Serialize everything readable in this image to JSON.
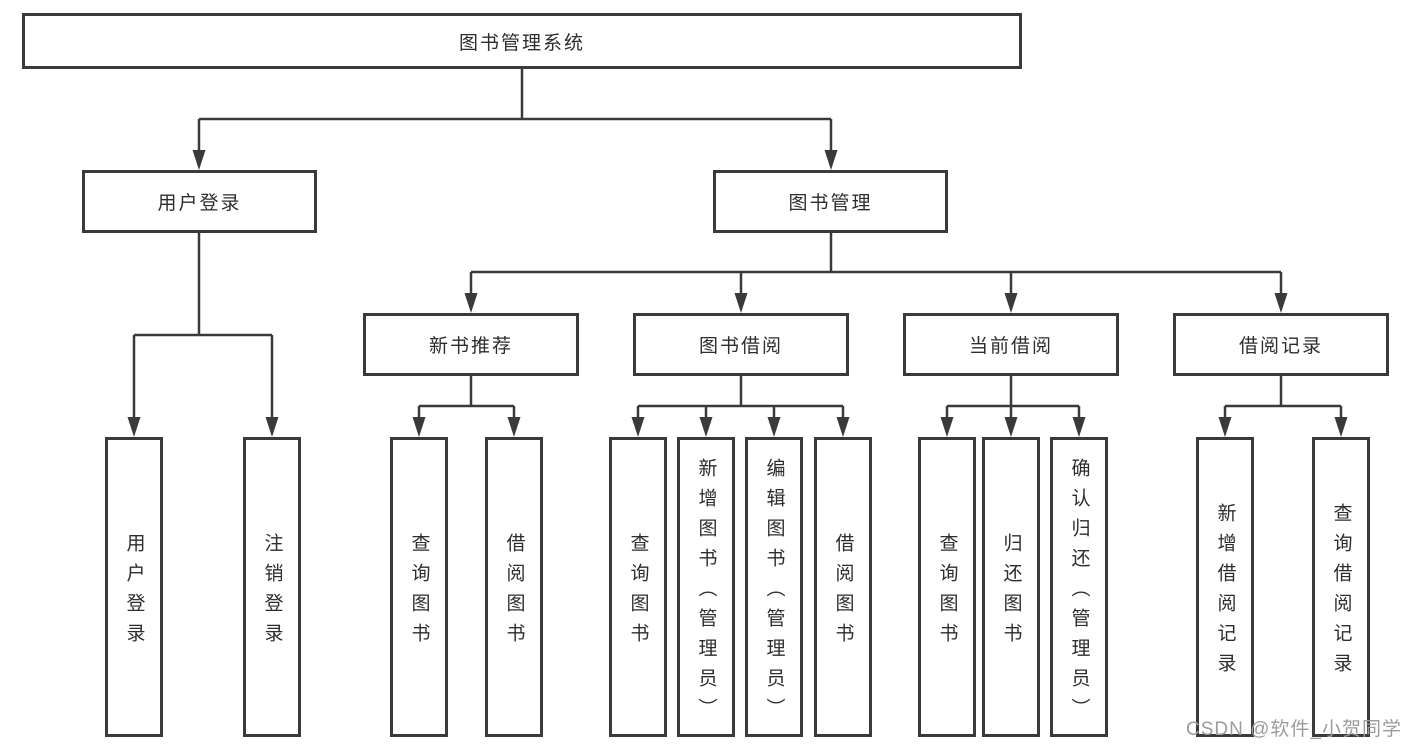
{
  "diagram": {
    "root": {
      "label": "图书管理系统"
    },
    "level2": [
      {
        "label": "用户登录"
      },
      {
        "label": "图书管理"
      }
    ],
    "level3": [
      {
        "label": "新书推荐"
      },
      {
        "label": "图书借阅"
      },
      {
        "label": "当前借阅"
      },
      {
        "label": "借阅记录"
      }
    ],
    "leaves": {
      "user_login": [
        "用户登录",
        "注销登录"
      ],
      "new_book_recommend": [
        "查询图书",
        "借阅图书"
      ],
      "book_borrow": [
        "查询图书",
        "新增图书（管理员）",
        "编辑图书（管理员）",
        "借阅图书"
      ],
      "current_borrow": [
        "查询图书",
        "归还图书",
        "确认归还（管理员）"
      ],
      "borrow_records": [
        "新增借阅记录",
        "查询借阅记录"
      ]
    }
  },
  "watermark": {
    "text": "CSDN @软件_小贺同学"
  },
  "colors": {
    "line": "#3a3a3a",
    "box_border": "#3a3a3a",
    "text": "#2d2d2d",
    "watermark": "#9c9c9c",
    "background": "#ffffff"
  }
}
